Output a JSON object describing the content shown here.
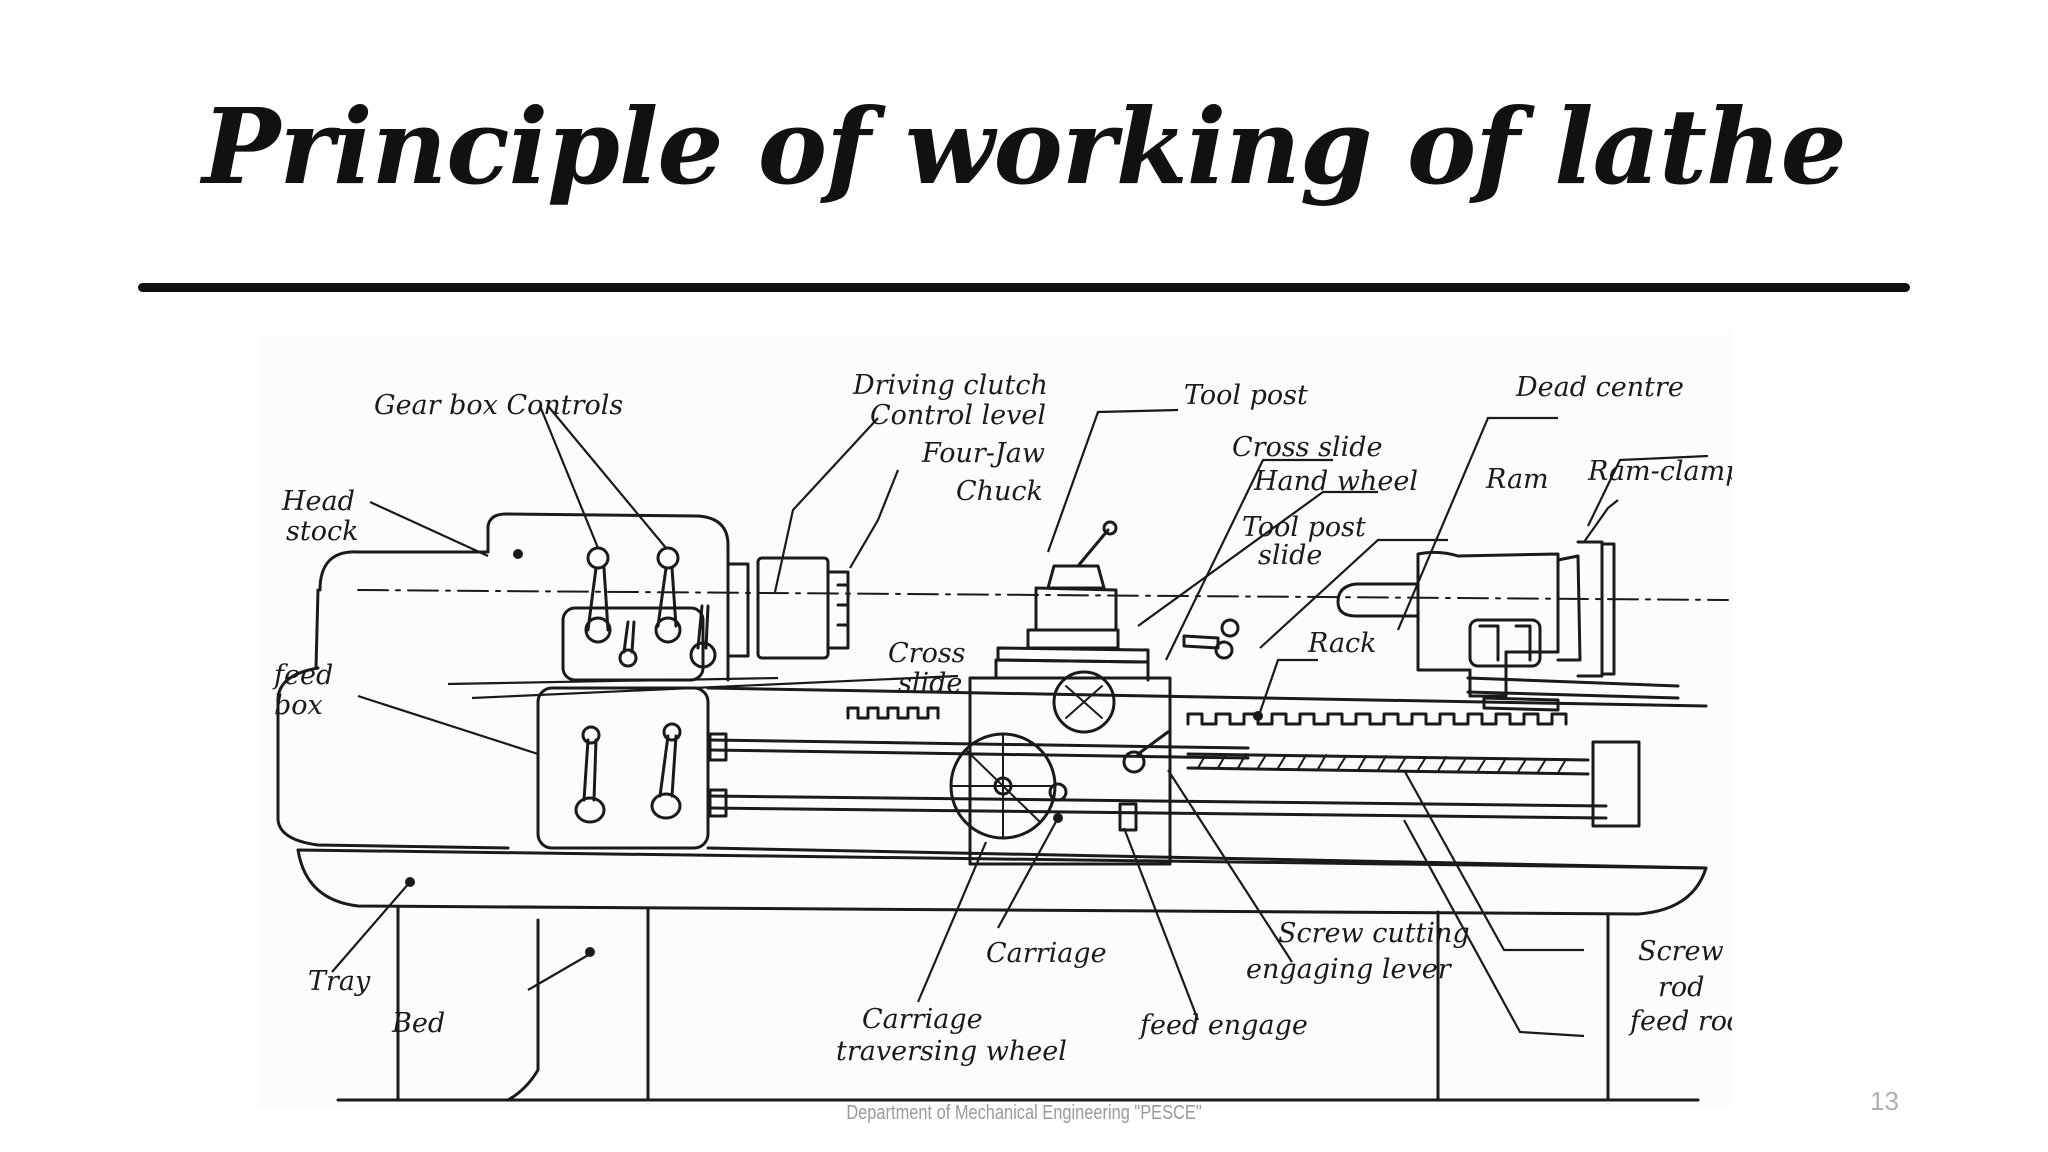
{
  "slide": {
    "title": "Principle of working of lathe",
    "footer": "Department of Mechanical Engineering \"PESCE\"",
    "page_number": "13"
  },
  "diagram": {
    "labels": {
      "gear_box_controls": "Gear box Controls",
      "driving_clutch_1": "Driving clutch",
      "driving_clutch_2": "Control level",
      "tool_post": "Tool post",
      "dead_centre": "Dead centre",
      "cross_slide_top": "Cross slide",
      "hand_wheel": "Hand wheel",
      "four_jaw_1": "Four-Jaw",
      "four_jaw_2": "Chuck",
      "head_stock_1": "Head",
      "head_stock_2": "stock",
      "ram": "Ram",
      "ram_clamp": "Ram-clamp",
      "tool_post_slide_1": "Tool post",
      "tool_post_slide_2": "slide",
      "feed_box_1": "feed",
      "feed_box_2": "box",
      "cross_slide_left_1": "Cross",
      "cross_slide_left_2": "slide",
      "rack": "Rack",
      "tray": "Tray",
      "bed": "Bed",
      "carriage": "Carriage",
      "screw_cutting_1": "Screw cutting",
      "screw_cutting_2": "engaging lever",
      "screw_rod_1": "Screw",
      "screw_rod_2": "rod",
      "feed_rod": "feed rod",
      "carriage_wheel_1": "Carriage",
      "carriage_wheel_2": "traversing wheel",
      "feed_engage": "feed engage"
    }
  }
}
